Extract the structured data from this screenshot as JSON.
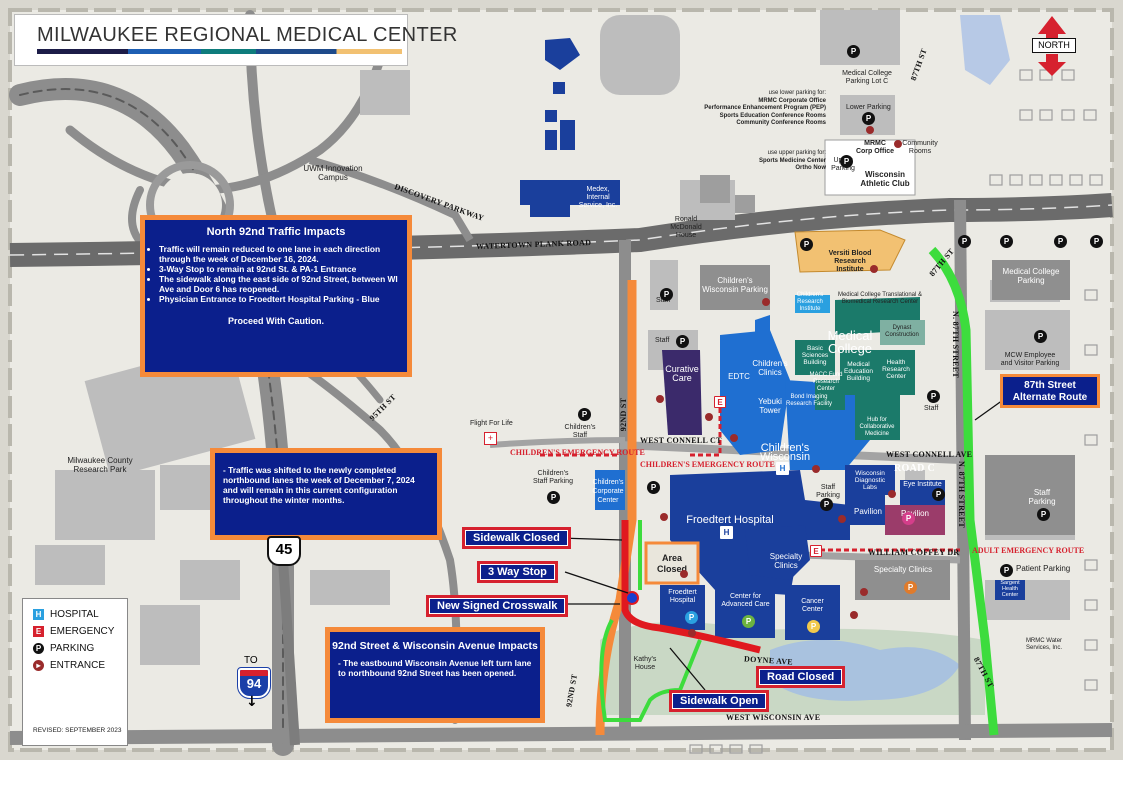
{
  "title": "MILWAUKEE REGIONAL MEDICAL CENTER",
  "north_label": "NORTH",
  "revised": "REVISED: SEPTEMBER 2023",
  "legend": {
    "hospital": "HOSPITAL",
    "emergency": "EMERGENCY",
    "parking": "PARKING",
    "entrance": "ENTRANCE"
  },
  "colors": {
    "hospital_blue": "#1a3f9c",
    "college_teal": "#1b7a6a",
    "alert_box_fill": "#0b1f8c",
    "alert_box_border": "#f58a3a",
    "callout_border": "#d6212e",
    "alternate_route": "#3ddc3d",
    "detour_orange": "#f58a3a",
    "road_closed_red": "#e0191f"
  },
  "north92_box": {
    "title": "North 92nd Traffic Impacts",
    "items": [
      "Traffic will remain reduced to one lane in each direction through the week of December 16, 2024.",
      "3-Way Stop to remain at 92nd St. & PA-1 Entrance",
      "The sidewalk along the east side of 92nd Street, between WI Ave and Door 6 has reopened.",
      "Physician Entrance to Froedtert Hospital Parking - Blue"
    ],
    "footer": "Proceed With Caution."
  },
  "shift_box": {
    "text": "- Traffic was shifted to the newly completed northbound lanes the week of December 7, 2024 and will remain in this current configuration throughout the winter months."
  },
  "wisconsin_box": {
    "title": "92nd Street & Wisconsin Avenue Impacts",
    "text": "- The eastbound Wisconsin Avenue left turn lane to northbound 92nd Street has been opened."
  },
  "alt_route": "87th Street Alternate Route",
  "callouts": {
    "sidewalk_closed": "Sidewalk Closed",
    "three_way_stop": "3 Way Stop",
    "crosswalk": "New Signed Crosswalk",
    "road_closed": "Road Closed",
    "sidewalk_open": "Sidewalk Open"
  },
  "area_closed": "Area Closed",
  "roads": {
    "watertown": "WATERTOWN PLANK ROAD",
    "discovery": "DISCOVERY PARKWAY",
    "n92": "92ND ST",
    "s92": "92ND ST",
    "w95": "95TH ST",
    "connell_west": "WEST CONNELL CT",
    "connell_east": "WEST CONNELL AVE",
    "coffey": "WILLIAM COFFEY DR",
    "doyne": "DOYNE AVE",
    "wisconsin": "WEST WISCONSIN AVE",
    "n87": "N. 87TH STREET",
    "s87_top": "87TH ST",
    "s87_mid": "87TH ST",
    "s87_low": "87TH ST",
    "n87_lower": "N. 87TH STREET",
    "road_c": "ROAD C"
  },
  "emergency_routes": {
    "children_west": "CHILDREN'S EMERGENCY ROUTE",
    "children_east": "CHILDREN'S EMERGENCY ROUTE",
    "adult": "ADULT EMERGENCY ROUTE"
  },
  "places": {
    "uwm": "UWM Innovation Campus",
    "county_park": "Milwaukee County Research Park",
    "flight": "Flight For Life",
    "medex": "Medex, Internal Service, Inc.",
    "ronald": "Ronald McDonald House",
    "kathys": "Kathy's House",
    "mcw_lot_c": "Medical College Parking Lot C",
    "lower_parking": "Lower Parking",
    "upper_parking": "Upper Parking",
    "mrmc_corp": "MRMC Corp Office",
    "community_rooms": "Community Rooms",
    "wac": "Wisconsin Athletic Club",
    "lower_note_1": "use lower parking for:",
    "lower_note_2": "MRMC Corporate Office",
    "lower_note_3": "Performance Enhancement Program (PEP)",
    "lower_note_4": "Sports Education Conference Rooms",
    "lower_note_5": "Community Conference Rooms",
    "upper_note_1": "use upper parking for:",
    "upper_note_2": "Sports Medicine Center",
    "upper_note_3": "Ortho Now",
    "versiti": "Versiti Blood Research Institute",
    "childrens_wi_parking": "Children's Wisconsin Parking",
    "staff": "Staff",
    "staff2": "Staff",
    "staff3": "Staff",
    "curative": "Curative Care",
    "childrens_staff": "Children's Staff",
    "childrens_staff_parking": "Children's Staff Parking",
    "childrens_corporate": "Children's Corporate Center",
    "edtc": "EDTC",
    "childrens_clinics": "Children's Clinics",
    "yebuki": "Yebuki Tower",
    "childrens_wisconsin": "Children's Wisconsin",
    "childrens_research": "Children's Research Institute",
    "mcw_translational": "Medical College Translational & Biomedical Research Center",
    "medical_college": "Medical College",
    "basic_sciences": "Basic Sciences Building",
    "mcw_education": "Medical Education Building",
    "health_research": "Health Research Center",
    "mfund": "MACC Fund Research Center",
    "imaging": "Bond Imaging Research Facility",
    "hub": "Hub for Collaborative Medicine",
    "diagnostic": "Wisconsin Diagnostic Labs",
    "eye": "Eye Institute",
    "froedtert": "Froedtert Hospital",
    "staff_parking_small": "Staff Parking",
    "pavilion": "Pavilion",
    "pavilion_parking": "Pavilion",
    "specialty": "Specialty Clinics",
    "specialty_parking": "Specialty Clinics",
    "froedtert_parking": "Froedtert Hospital",
    "advanced_care": "Center for Advanced Care",
    "cancer": "Cancer Center",
    "mcw_parking": "Medical College Parking",
    "mcw_employee": "MCW Employee and Visitor Parking",
    "staff_parking_east": "Staff Parking",
    "patient_parking": "Patient Parking",
    "sargent": "Sargent Health Center",
    "water": "MRMC Water Services, Inc.",
    "dynast_cons": "Dynast Construction"
  },
  "interstate_to": "TO",
  "i94": "94",
  "us45": "45"
}
